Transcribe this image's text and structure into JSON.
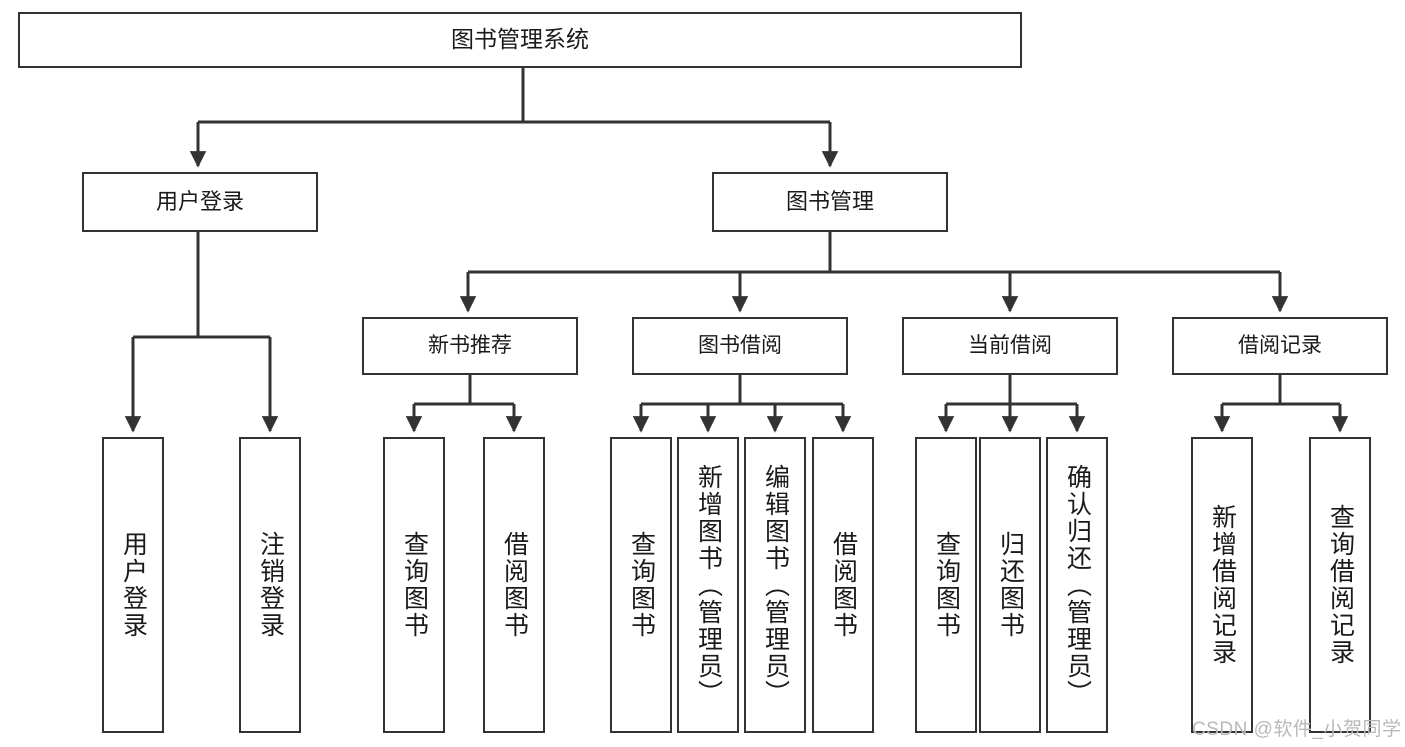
{
  "diagram": {
    "title": "图书管理系统",
    "type": "hierarchy-tree",
    "colors": {
      "box_border": "#333333",
      "box_fill": "#ffffff",
      "edge": "#333333",
      "text": "#1a1a1a",
      "watermark": "#b9b9b9",
      "background": "#ffffff"
    },
    "root": {
      "label": "图书管理系统"
    },
    "level1": [
      {
        "label": "用户登录"
      },
      {
        "label": "图书管理"
      }
    ],
    "level2": [
      {
        "label": "新书推荐"
      },
      {
        "label": "图书借阅"
      },
      {
        "label": "当前借阅"
      },
      {
        "label": "借阅记录"
      }
    ],
    "leaves": {
      "user_login": [
        {
          "label": "用户登录"
        },
        {
          "label": "注销登录"
        }
      ],
      "new_book_recommend": [
        {
          "label": "查询图书"
        },
        {
          "label": "借阅图书"
        }
      ],
      "book_borrow": [
        {
          "label": "查询图书"
        },
        {
          "label": "新增图书（管理员）"
        },
        {
          "label": "编辑图书（管理员）"
        },
        {
          "label": "借阅图书"
        }
      ],
      "current_borrow": [
        {
          "label": "查询图书"
        },
        {
          "label": "归还图书"
        },
        {
          "label": "确认归还（管理员）"
        }
      ],
      "borrow_record": [
        {
          "label": "新增借阅记录"
        },
        {
          "label": "查询借阅记录"
        }
      ]
    },
    "watermark": "CSDN @软件_小贺同学"
  }
}
